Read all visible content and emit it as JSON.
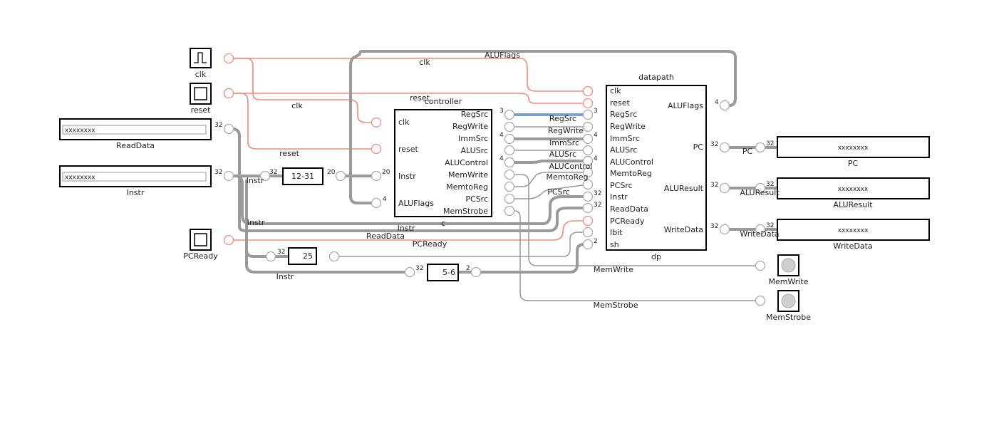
{
  "inputs": {
    "clk": "clk",
    "reset": "reset",
    "read_data": {
      "label": "ReadData",
      "value": "xxxxxxxx",
      "width": "32"
    },
    "instr": {
      "label": "Instr",
      "value": "xxxxxxxx",
      "width": "32"
    },
    "pcready": "PCReady"
  },
  "controller": {
    "title": "controller",
    "instance": "c",
    "inputs": [
      "clk",
      "reset",
      "Instr",
      "ALUFlags"
    ],
    "outputs": [
      "RegSrc",
      "RegWrite",
      "ImmSrc",
      "ALUSrc",
      "ALUControl",
      "MemWrite",
      "MemtoReg",
      "PCSrc",
      "MemStrobe"
    ],
    "instr_width": "20",
    "aluflags_width": "4"
  },
  "datapath": {
    "title": "datapath",
    "instance": "dp",
    "inputs": [
      "clk",
      "reset",
      "RegSrc",
      "RegWrite",
      "ImmSrc",
      "ALUSrc",
      "ALUControl",
      "MemtoReg",
      "PCSrc",
      "Instr",
      "ReadData",
      "PCReady",
      "Ibit",
      "sh"
    ],
    "outputs": [
      "ALUFlags",
      "PC",
      "ALUResult",
      "WriteData"
    ]
  },
  "splitters": {
    "instr_12_31": "12-31",
    "const_25": "25",
    "instr_5_6": "5-6"
  },
  "outputs": {
    "pc": {
      "label": "PC",
      "value": "xxxxxxxx"
    },
    "aluresult": {
      "label": "ALUResult",
      "value": "xxxxxxxx"
    },
    "writedata": {
      "label": "WriteData",
      "value": "xxxxxxxx"
    },
    "memwrite": "MemWrite",
    "memstrobe": "MemStrobe"
  },
  "wire_labels": {
    "aluflags": "ALUFlags",
    "clk_a": "clk",
    "clk_b": "clk",
    "reset_a": "reset",
    "reset_b": "reset",
    "instr_a": "Instr",
    "instr_b": "Instr",
    "instr_c": "Instr",
    "instr_d": "Instr",
    "readdata": "ReadData",
    "pcready": "PCReady",
    "regsrc": "RegSrc",
    "regwrite": "RegWrite",
    "immsrc": "ImmSrc",
    "alusrc": "ALUSrc",
    "alucontrol": "ALUControl",
    "memtoreg": "MemtoReg",
    "pcsrc": "PCSrc",
    "pc": "PC",
    "aluresult": "ALUResult",
    "writedata": "WriteData",
    "memwrite": "MemWrite",
    "memstrobe": "MemStrobe"
  },
  "widths": {
    "w32": "32",
    "w20": "20",
    "w4": "4",
    "w3": "3",
    "w2": "2"
  },
  "colors": {
    "wire": "#9a9a9a",
    "clock_reset_wire": "#f08a7a",
    "active_bus": "#7ba2cc"
  }
}
